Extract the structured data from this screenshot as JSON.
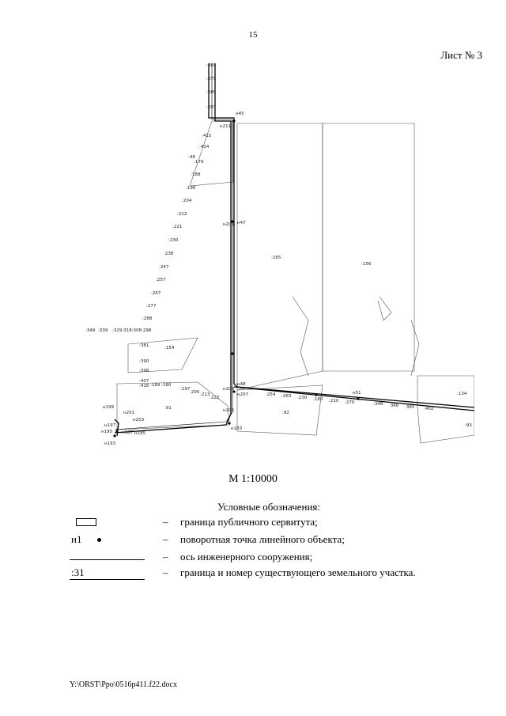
{
  "page_number": "15",
  "sheet_label": "Лист № 3",
  "map": {
    "lots": [
      {
        "id": "p165",
        "text": ":165"
      },
      {
        "id": "p156",
        "text": ":156"
      },
      {
        "id": "p154",
        "text": ":154"
      },
      {
        "id": "p91",
        "text": ":91"
      },
      {
        "id": "p92",
        "text": ":92"
      },
      {
        "id": "p134",
        "text": ":134"
      },
      {
        "id": "p93",
        "text": ":93"
      },
      {
        "id": "p46",
        "text": ":46"
      },
      {
        "id": "p349",
        "text": ":349"
      },
      {
        "id": "p339",
        "text": ":339"
      },
      {
        "id": "pcluster",
        "text": ":329:318:308:298"
      }
    ],
    "left_points": [
      ":365",
      ":375",
      ":385",
      ":397",
      ":415",
      ":424",
      ":179",
      ":188",
      ":196",
      ":204",
      ":212",
      ":221",
      ":230",
      ":238",
      ":247",
      ":257",
      ":267",
      ":277",
      ":288",
      ":381",
      ":390",
      ":398",
      ":407",
      ":416",
      ":189",
      ":180",
      ":197",
      ":205",
      ":213",
      ":222"
    ],
    "route_points": [
      "н211",
      "н45",
      "н209",
      "н47",
      "н48",
      "н208",
      "н206",
      "н207",
      "н183",
      "н51",
      "н199",
      "н201",
      "н203",
      "н197",
      "н195",
      "н187",
      "н185",
      "н193"
    ],
    "bottom_points": [
      ":254",
      ":263",
      ":230",
      ":180",
      ":210",
      ":270",
      ":348",
      ":366",
      ":385",
      ":402"
    ]
  },
  "scale": "М 1:10000",
  "legend": {
    "title": "Условные обозначения:",
    "items": [
      {
        "symbol_text": "",
        "dash": "–",
        "desc": "граница публичного сервитута;"
      },
      {
        "symbol_text": "н1",
        "dash": "–",
        "desc": "поворотная точка линейного объекта;"
      },
      {
        "symbol_text": "",
        "dash": "–",
        "desc": "ось инженерного сооружения;"
      },
      {
        "symbol_text": ":31",
        "dash": "–",
        "desc": "граница и номер существующего земельного участка."
      }
    ]
  },
  "footer_path": "Y:\\ORST\\Ppo\\0516p411.f22.docx"
}
